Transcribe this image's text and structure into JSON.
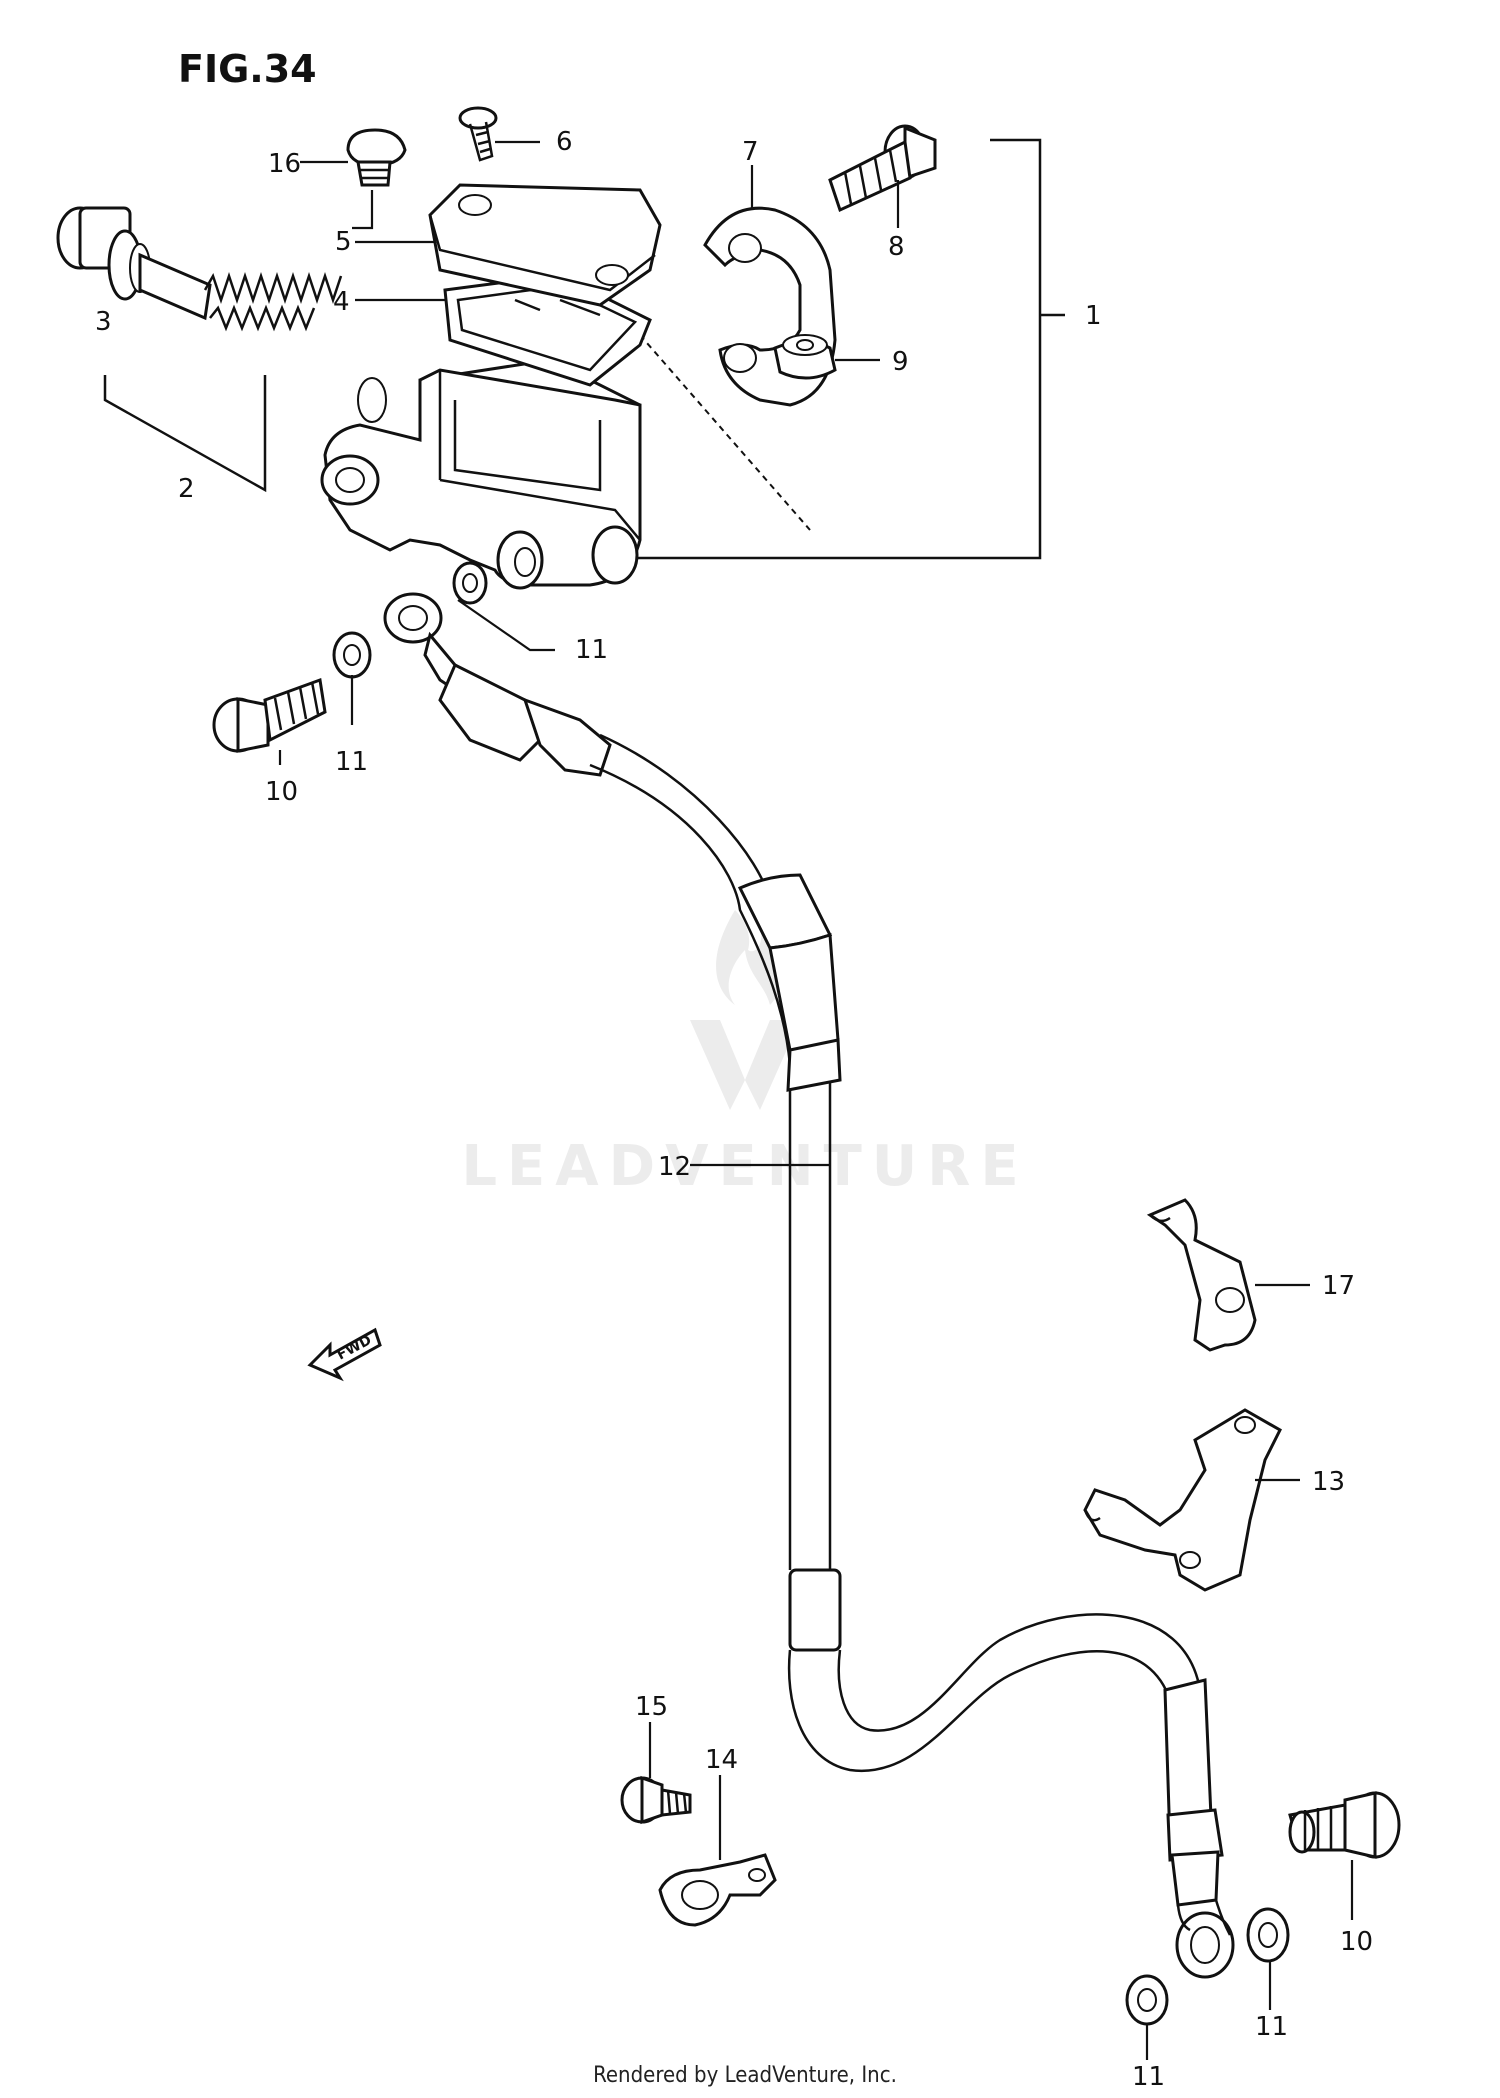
{
  "figure": {
    "title": "FIG.34",
    "footer": "Rendered by LeadVenture, Inc.",
    "watermark": "LEADVENTURE",
    "fwd_label": "FWD"
  },
  "callouts": [
    {
      "id": "c1",
      "label": "1"
    },
    {
      "id": "c2",
      "label": "2"
    },
    {
      "id": "c3",
      "label": "3"
    },
    {
      "id": "c4",
      "label": "4"
    },
    {
      "id": "c5",
      "label": "5"
    },
    {
      "id": "c6",
      "label": "6"
    },
    {
      "id": "c7",
      "label": "7"
    },
    {
      "id": "c8",
      "label": "8"
    },
    {
      "id": "c9",
      "label": "9"
    },
    {
      "id": "c10a",
      "label": "10"
    },
    {
      "id": "c10b",
      "label": "10"
    },
    {
      "id": "c11a",
      "label": "11"
    },
    {
      "id": "c11b",
      "label": "11"
    },
    {
      "id": "c11c",
      "label": "11"
    },
    {
      "id": "c11d",
      "label": "11"
    },
    {
      "id": "c12",
      "label": "12"
    },
    {
      "id": "c13",
      "label": "13"
    },
    {
      "id": "c14",
      "label": "14"
    },
    {
      "id": "c15",
      "label": "15"
    },
    {
      "id": "c16",
      "label": "16"
    },
    {
      "id": "c17",
      "label": "17"
    }
  ]
}
